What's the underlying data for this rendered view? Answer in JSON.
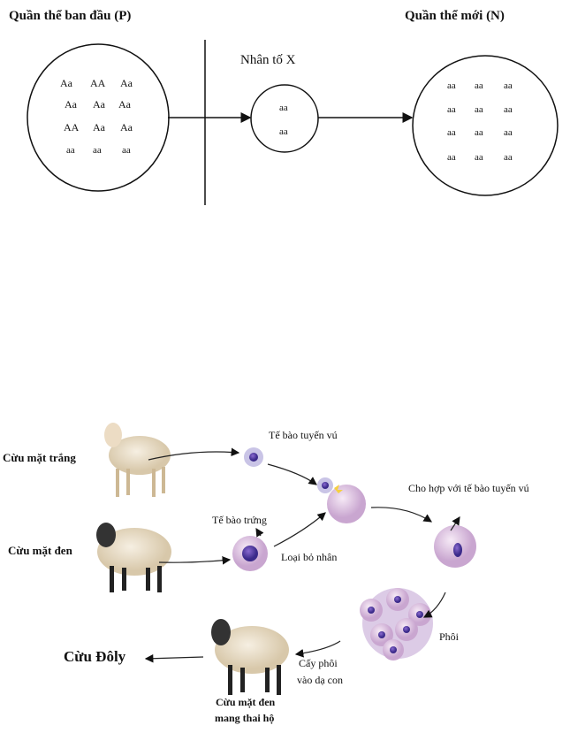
{
  "diagram1": {
    "title_left": "Quần thể ban đầu (P)",
    "title_right": "Quần thể mới (N)",
    "factor_label": "Nhân tố X",
    "left_population": [
      [
        "Aa",
        "AA",
        "Aa"
      ],
      [
        "Aa",
        "Aa",
        "Aa"
      ],
      [
        "AA",
        "Aa",
        "Aa"
      ],
      [
        "aa",
        "aa",
        "aa"
      ]
    ],
    "middle_population": [
      "aa",
      "aa"
    ],
    "right_population": [
      [
        "aa",
        "aa",
        "aa"
      ],
      [
        "aa",
        "aa",
        "aa"
      ],
      [
        "aa",
        "aa",
        "aa"
      ],
      [
        "aa",
        "aa",
        "aa"
      ]
    ]
  },
  "diagram2": {
    "white_face_sheep": "Cừu mặt trắng",
    "black_face_sheep": "Cừu mặt đen",
    "mammary_cell": "Tế bào tuyến vú",
    "egg_cell": "Tế bào trứng",
    "remove_nucleus": "Loại bỏ nhân",
    "fuse": "Cho hợp với tế bào tuyến vú",
    "embryo": "Phôi",
    "transfer_line1": "Cấy phôi",
    "transfer_line2": "vào dạ con",
    "surrogate_line1": "Cừu mặt đen",
    "surrogate_line2": "mang thai hộ",
    "dolly": "Cừu Đôly"
  }
}
